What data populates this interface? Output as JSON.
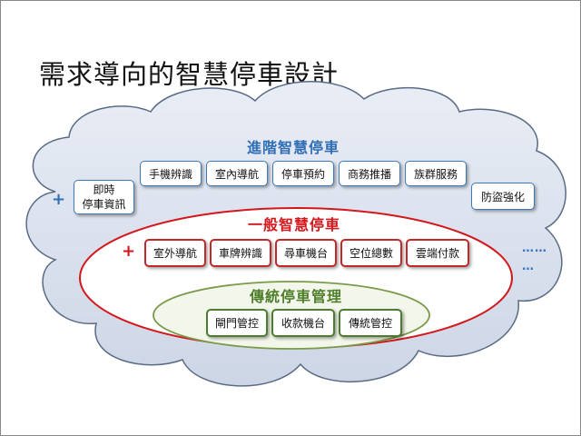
{
  "title": "需求導向的智慧停車設計",
  "advanced": {
    "heading": "進階智慧停車",
    "plus": "+",
    "items": [
      "手機辨識",
      "室內導航",
      "停車預約",
      "商務推播",
      "族群服務",
      "防盜強化"
    ],
    "left_item": [
      "即時",
      "停車資訊"
    ],
    "more1": "……",
    "more2": "…"
  },
  "general": {
    "heading": "一般智慧停車",
    "plus": "+",
    "items": [
      "室外導航",
      "車牌辨識",
      "尋車機台",
      "空位總數",
      "雲端付款"
    ]
  },
  "traditional": {
    "heading": "傳統停車管理",
    "items": [
      "閘門管控",
      "收款機台",
      "傳統管控"
    ]
  },
  "colors": {
    "advanced": "#2f6eb5",
    "general": "#d4171c",
    "traditional": "#4f7f2b",
    "cloud_fill": "#dce3ef",
    "cloud_stroke": "#5a6b86"
  }
}
